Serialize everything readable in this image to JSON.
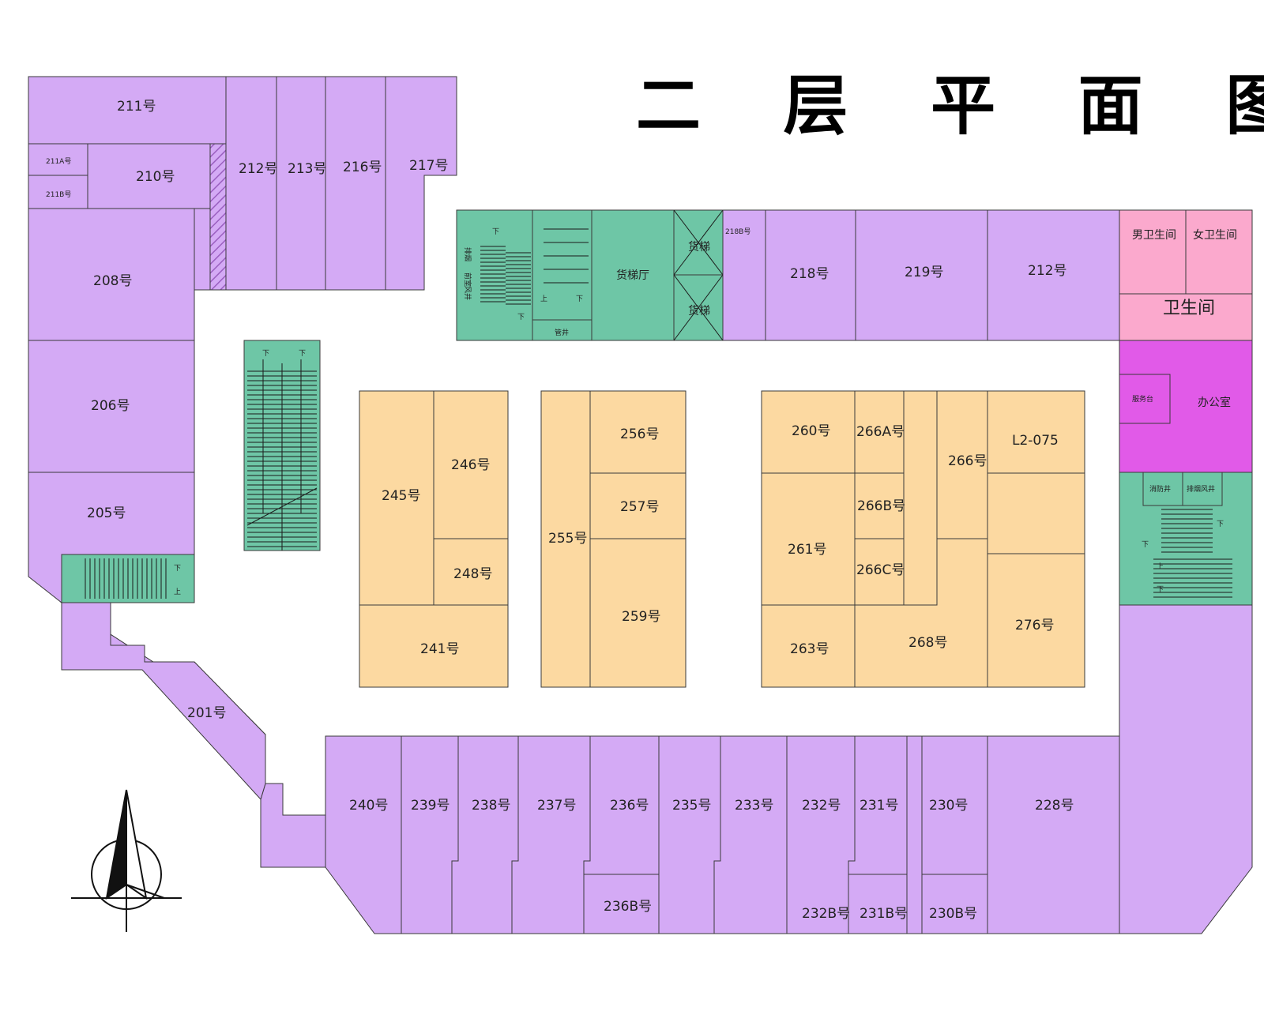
{
  "title": "二 层 平 面 图",
  "colors": {
    "shop": "#d4aaf5",
    "center": "#fcd9a1",
    "core": "#6ec6a6",
    "toilet": "#fba9cd",
    "office": "#e15ae8",
    "hatch": "#b07ad0",
    "line": "#3a3a3a"
  },
  "units": {
    "u211": "211号",
    "u211a": "211A号",
    "u211b": "211B号",
    "u210": "210号",
    "u212": "212号",
    "u213": "213号",
    "u216": "216号",
    "u217": "217号",
    "u208": "208号",
    "u206": "206号",
    "u205": "205号",
    "u201": "201号",
    "u218b": "218B号",
    "u218": "218号",
    "u219": "219号",
    "u212e": "212号",
    "wc_m": "男卫生间",
    "wc_f": "女卫生间",
    "wc": "卫生间",
    "service": "服务台",
    "office": "办公室",
    "freight_hall": "货梯厅",
    "freight1": "货梯",
    "freight2": "货梯",
    "shaft": "管井",
    "u245": "245号",
    "u246": "246号",
    "u248": "248号",
    "u241": "241号",
    "u255": "255号",
    "u256": "256号",
    "u257": "257号",
    "u259": "259号",
    "u260": "260号",
    "u266a": "266A号",
    "u266": "266号",
    "ul2": "L2-075",
    "u266b": "266B号",
    "u261": "261号",
    "u266c": "266C号",
    "u263": "263号",
    "u268": "268号",
    "u276": "276号",
    "u240": "240号",
    "u239": "239号",
    "u238": "238号",
    "u237": "237号",
    "u236": "236号",
    "u236b": "236B号",
    "u235": "235号",
    "u233": "233号",
    "u232": "232号",
    "u232b": "232B号",
    "u231": "231号",
    "u231b": "231B号",
    "u230": "230号",
    "u230b": "230B号",
    "u228": "228号"
  },
  "stairs": {
    "down": "下",
    "up": "上",
    "core_note_1": "排烟",
    "core_note_2": "前室",
    "core_note_3": "风井",
    "e_note_1": "消防井",
    "e_note_2": "排烟风井"
  },
  "compass": {
    "icon": "north-arrow-icon"
  }
}
